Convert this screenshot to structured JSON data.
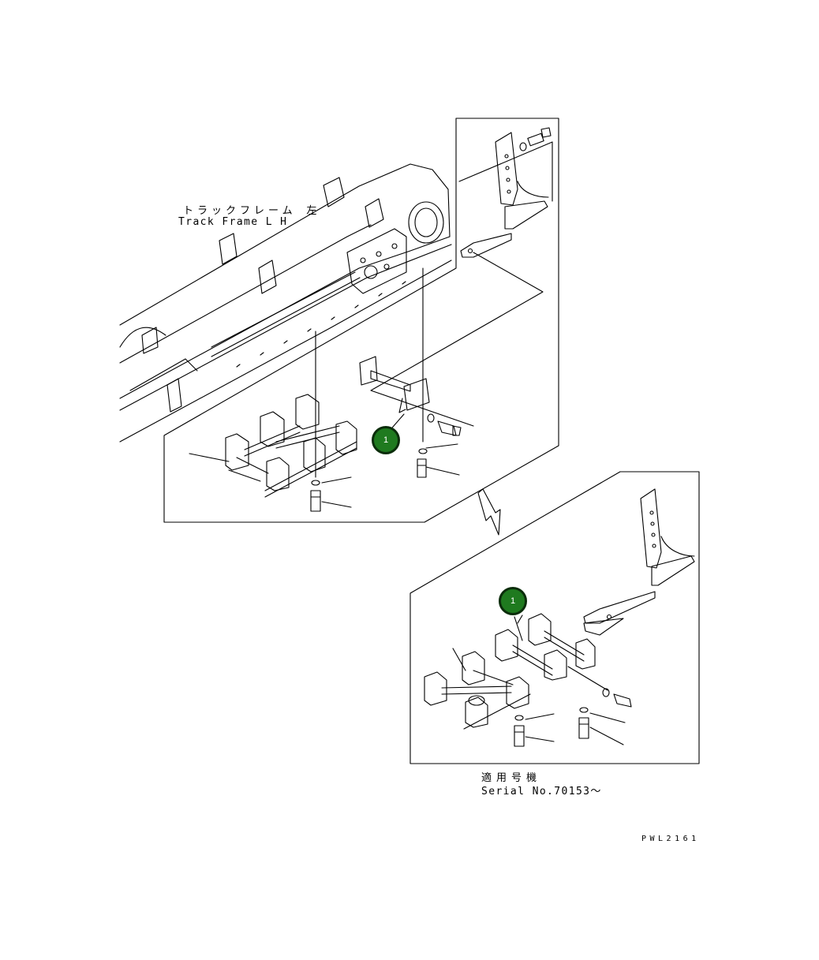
{
  "labels": {
    "track_frame_jp": "トラックフレーム 左",
    "track_frame_en": "Track Frame L H",
    "serial_jp": "適用号機",
    "serial_en": "Serial No.70153～",
    "drawing_code": "PWL2161"
  },
  "callouts": [
    {
      "number": "1",
      "color": "#1f7a1f"
    },
    {
      "number": "1",
      "color": "#1f7a1f"
    }
  ]
}
